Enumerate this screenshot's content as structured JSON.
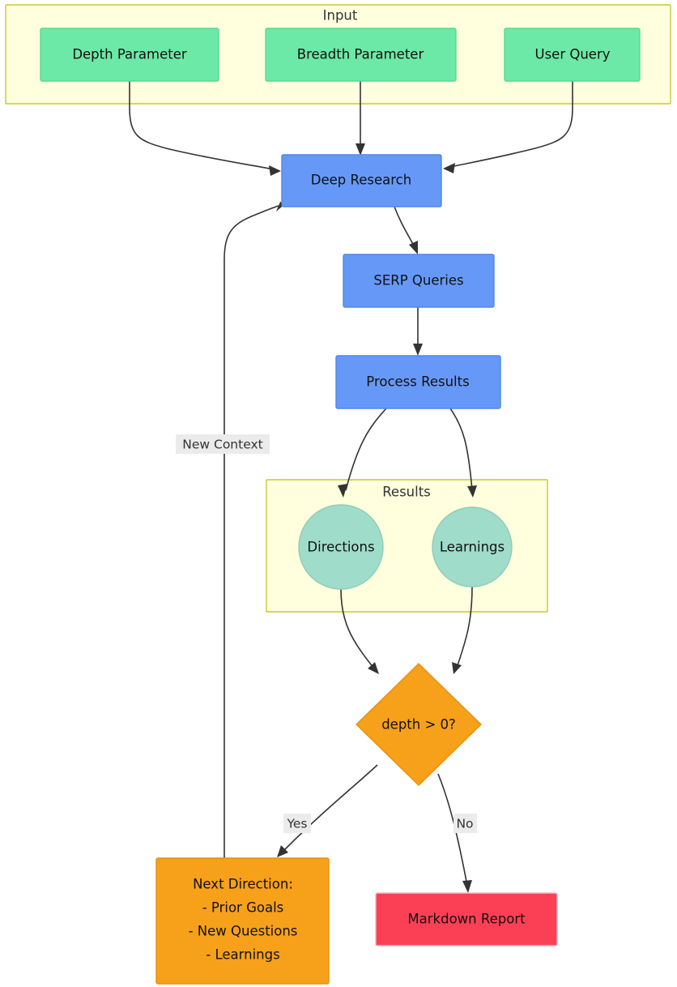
{
  "diagram": {
    "type": "flowchart",
    "direction": "top-to-bottom",
    "title_visible": false,
    "colors": {
      "subgraph_fill": "#ffffde",
      "subgraph_stroke": "#c8c832",
      "green": "#6ce9a6",
      "blue": "#6699f7",
      "teal": "#9fdcc9",
      "orange": "#f7a01a",
      "red": "#fb4056",
      "edge": "#333333",
      "edge_label_bg": "#ebebeb",
      "background": "#ffffff"
    },
    "subgraphs": [
      {
        "id": "input",
        "title": "Input"
      },
      {
        "id": "results",
        "title": "Results"
      }
    ],
    "nodes": [
      {
        "id": "depth",
        "label": "Depth Parameter",
        "shape": "rect",
        "color": "green"
      },
      {
        "id": "breadth",
        "label": "Breadth Parameter",
        "shape": "rect",
        "color": "green"
      },
      {
        "id": "query",
        "label": "User Query",
        "shape": "rect",
        "color": "green"
      },
      {
        "id": "deep",
        "label": "Deep Research",
        "shape": "rect",
        "color": "blue"
      },
      {
        "id": "serp",
        "label": "SERP Queries",
        "shape": "rect",
        "color": "blue"
      },
      {
        "id": "process",
        "label": "Process Results",
        "shape": "rect",
        "color": "blue"
      },
      {
        "id": "dirs",
        "label": "Directions",
        "shape": "circle",
        "color": "teal"
      },
      {
        "id": "learn",
        "label": "Learnings",
        "shape": "circle",
        "color": "teal"
      },
      {
        "id": "decision",
        "label": "depth > 0?",
        "shape": "diamond",
        "color": "orange"
      },
      {
        "id": "next",
        "label": "Next Direction:",
        "shape": "rect",
        "color": "orange",
        "lines": [
          "Next Direction:",
          "- Prior Goals",
          "- New Questions",
          "- Learnings"
        ]
      },
      {
        "id": "report",
        "label": "Markdown Report",
        "shape": "rect",
        "color": "red"
      }
    ],
    "edge_labels": [
      {
        "id": "new-context",
        "text": "New Context"
      },
      {
        "id": "yes",
        "text": "Yes"
      },
      {
        "id": "no",
        "text": "No"
      }
    ],
    "edges": [
      {
        "from": "depth",
        "to": "deep",
        "label": ""
      },
      {
        "from": "breadth",
        "to": "deep",
        "label": ""
      },
      {
        "from": "query",
        "to": "deep",
        "label": ""
      },
      {
        "from": "deep",
        "to": "serp",
        "label": ""
      },
      {
        "from": "serp",
        "to": "process",
        "label": ""
      },
      {
        "from": "process",
        "to": "dirs",
        "label": ""
      },
      {
        "from": "process",
        "to": "learn",
        "label": ""
      },
      {
        "from": "dirs",
        "to": "decision",
        "label": ""
      },
      {
        "from": "learn",
        "to": "decision",
        "label": ""
      },
      {
        "from": "decision",
        "to": "next",
        "label": "Yes"
      },
      {
        "from": "decision",
        "to": "report",
        "label": "No"
      },
      {
        "from": "next",
        "to": "deep",
        "label": "New Context"
      }
    ]
  }
}
